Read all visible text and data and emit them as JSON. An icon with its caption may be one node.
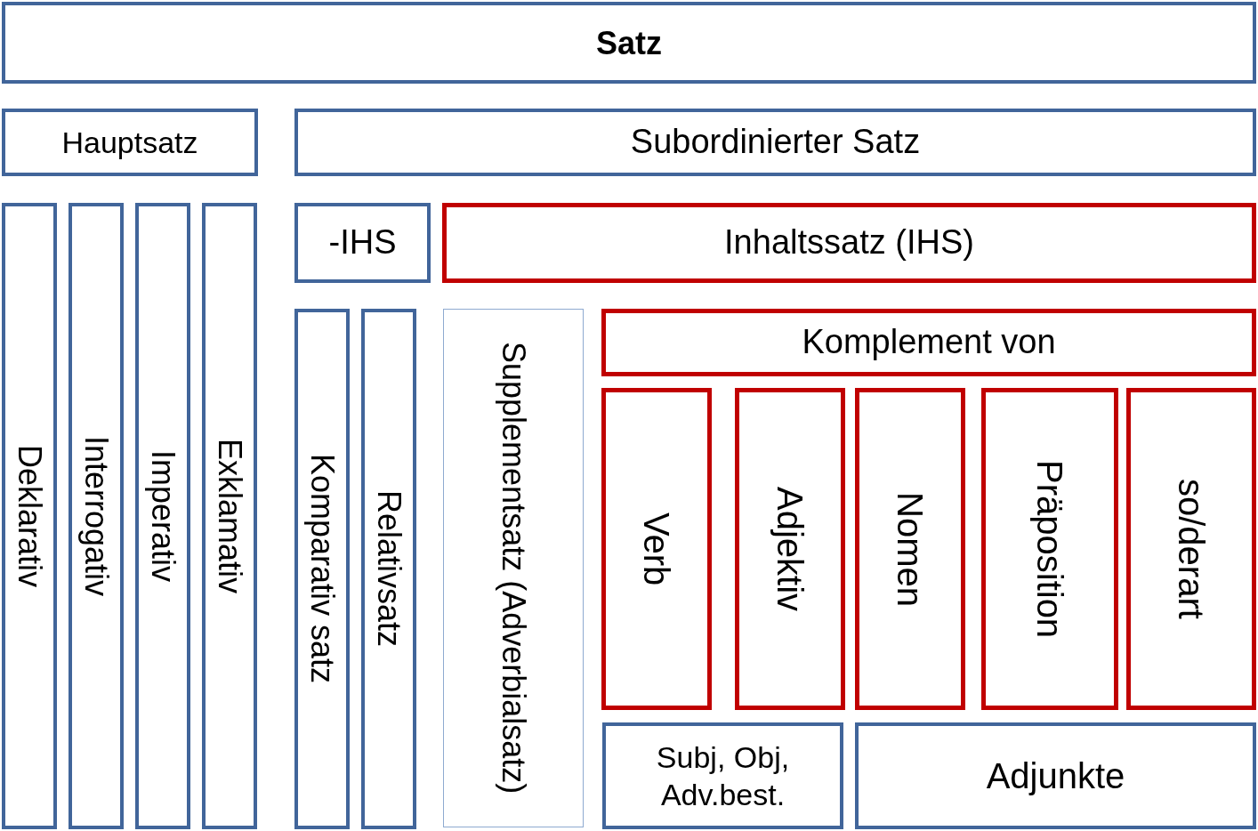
{
  "diagram": {
    "nodes": [
      {
        "text": [
          "Satz"
        ]
      },
      {
        "text": [
          "Hauptsatz"
        ]
      },
      {
        "text": [
          "Subordinierter Satz"
        ]
      },
      {
        "text": [
          "Deklarativ"
        ]
      },
      {
        "text": [
          "Interrogativ"
        ]
      },
      {
        "text": [
          "Imperativ"
        ]
      },
      {
        "text": [
          "Exklamativ"
        ]
      },
      {
        "text": [
          "-IHS"
        ]
      },
      {
        "text": [
          "Inhaltssatz (IHS)"
        ]
      },
      {
        "text": [
          "Komparativ satz"
        ]
      },
      {
        "text": [
          "Relativsatz"
        ]
      },
      {
        "text": [
          "Supplementsatz (Adverbialsatz)"
        ]
      },
      {
        "text": [
          "Komplement von"
        ]
      },
      {
        "text": [
          "Verb"
        ]
      },
      {
        "text": [
          "Adjektiv"
        ]
      },
      {
        "text": [
          "Nomen"
        ]
      },
      {
        "text": [
          "Präposition"
        ]
      },
      {
        "text": [
          "so/derart"
        ]
      },
      {
        "text": [
          "Subj, Obj, Adv.best."
        ]
      },
      {
        "text": [
          "Adjunkte"
        ]
      }
    ],
    "edges": []
  }
}
